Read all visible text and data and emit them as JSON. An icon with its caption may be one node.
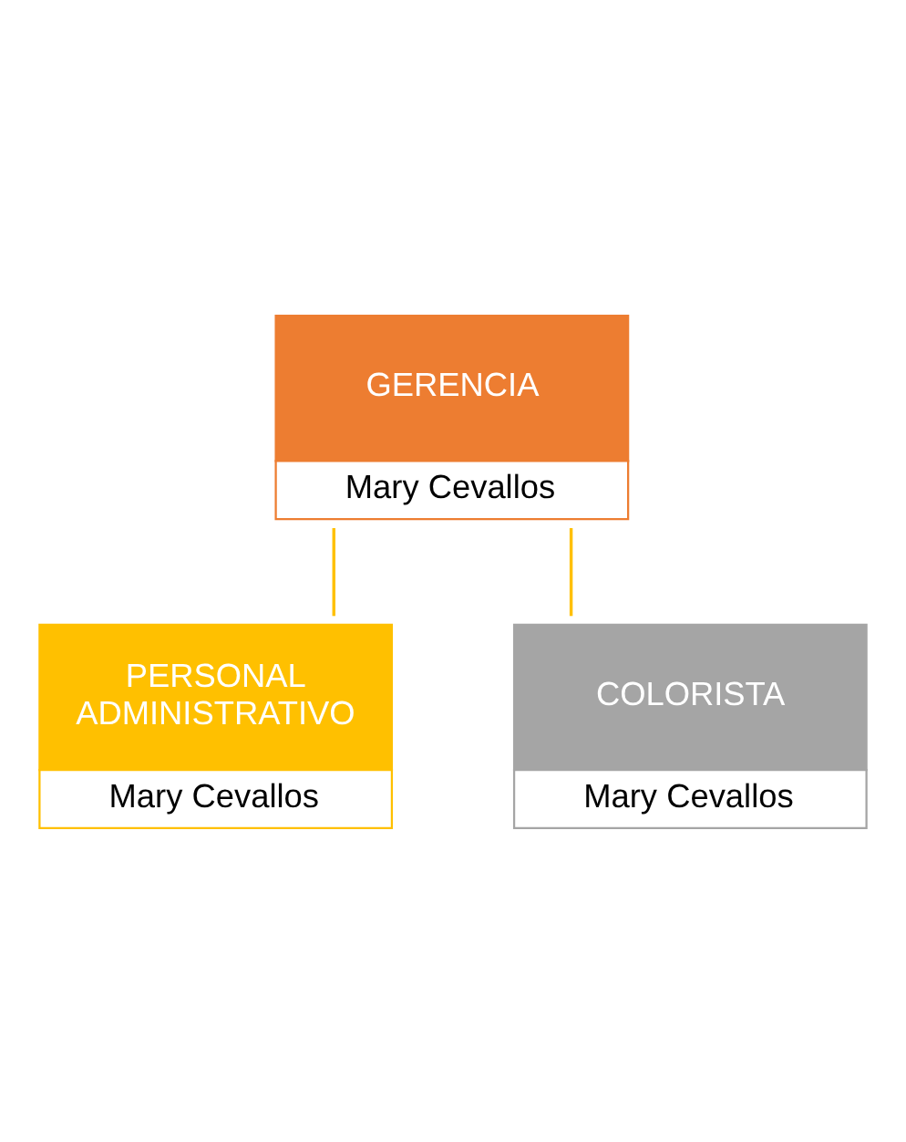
{
  "diagram": {
    "nodes": [
      {
        "text": [
          "GERENCIA",
          "Mary Cevallos"
        ]
      },
      {
        "text": [
          "PERSONAL ADMINISTRATIVO",
          "Mary Cevallos"
        ]
      },
      {
        "text": [
          "COLORISTA",
          "Mary Cevallos"
        ]
      }
    ],
    "edges": [
      {
        "from": 0,
        "to": 1,
        "arrow": "none"
      },
      {
        "from": 0,
        "to": 2,
        "arrow": "none"
      }
    ]
  }
}
